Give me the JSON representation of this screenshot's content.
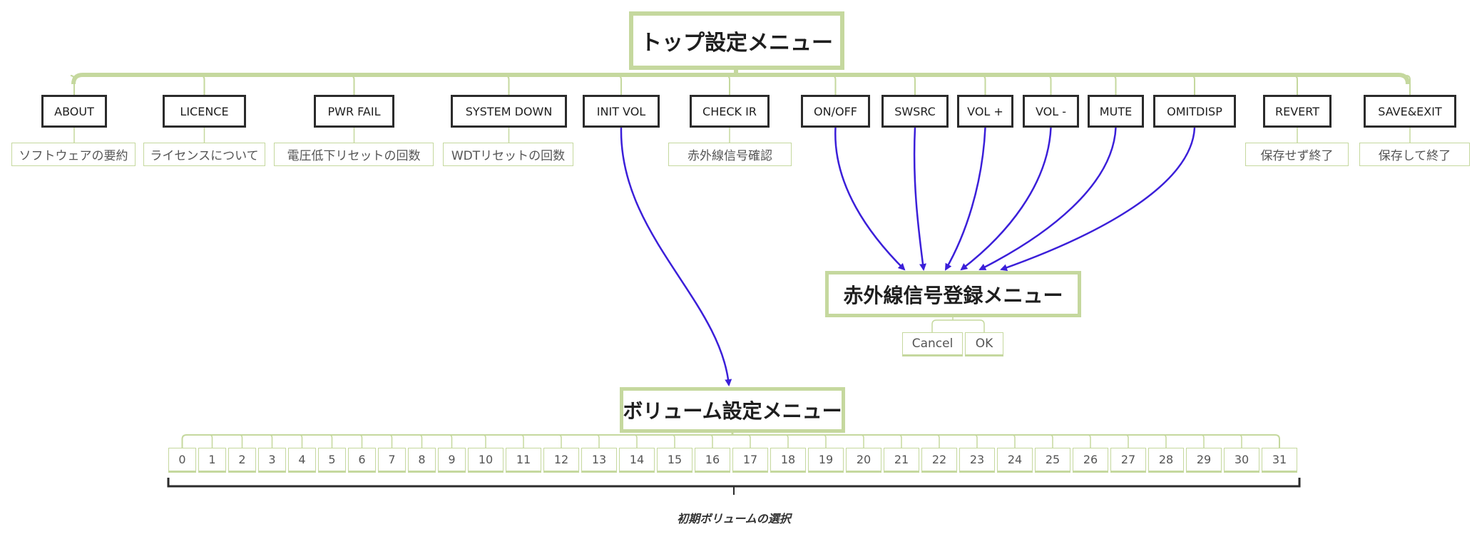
{
  "top_menu": {
    "title": "トップ設定メニュー",
    "items": [
      {
        "label": "ABOUT",
        "note": "ソフトウェアの要約"
      },
      {
        "label": "LICENCE",
        "note": "ライセンスについて"
      },
      {
        "label": "PWR FAIL",
        "note": "電圧低下リセットの回数"
      },
      {
        "label": "SYSTEM DOWN",
        "note": "WDTリセットの回数"
      },
      {
        "label": "INIT VOL"
      },
      {
        "label": "CHECK IR",
        "note": "赤外線信号確認"
      },
      {
        "label": "ON/OFF"
      },
      {
        "label": "SWSRC"
      },
      {
        "label": "VOL +"
      },
      {
        "label": "VOL -"
      },
      {
        "label": "MUTE"
      },
      {
        "label": "OMITDISP"
      },
      {
        "label": "REVERT",
        "note": "保存せず終了"
      },
      {
        "label": "SAVE&EXIT",
        "note": "保存して終了"
      }
    ]
  },
  "ir_menu": {
    "title": "赤外線信号登録メニュー",
    "options": [
      "Cancel",
      "OK"
    ]
  },
  "volume_menu": {
    "title": "ボリューム設定メニュー",
    "values": [
      "0",
      "1",
      "2",
      "3",
      "4",
      "5",
      "6",
      "7",
      "8",
      "9",
      "10",
      "11",
      "12",
      "13",
      "14",
      "15",
      "16",
      "17",
      "18",
      "19",
      "20",
      "21",
      "22",
      "23",
      "24",
      "25",
      "26",
      "27",
      "28",
      "29",
      "30",
      "31"
    ],
    "bracket_label": "初期ボリュームの選択"
  },
  "colors": {
    "connector": "#c5d89e",
    "arrow": "#3b1fd9",
    "box_border": "#2b2b2b"
  }
}
